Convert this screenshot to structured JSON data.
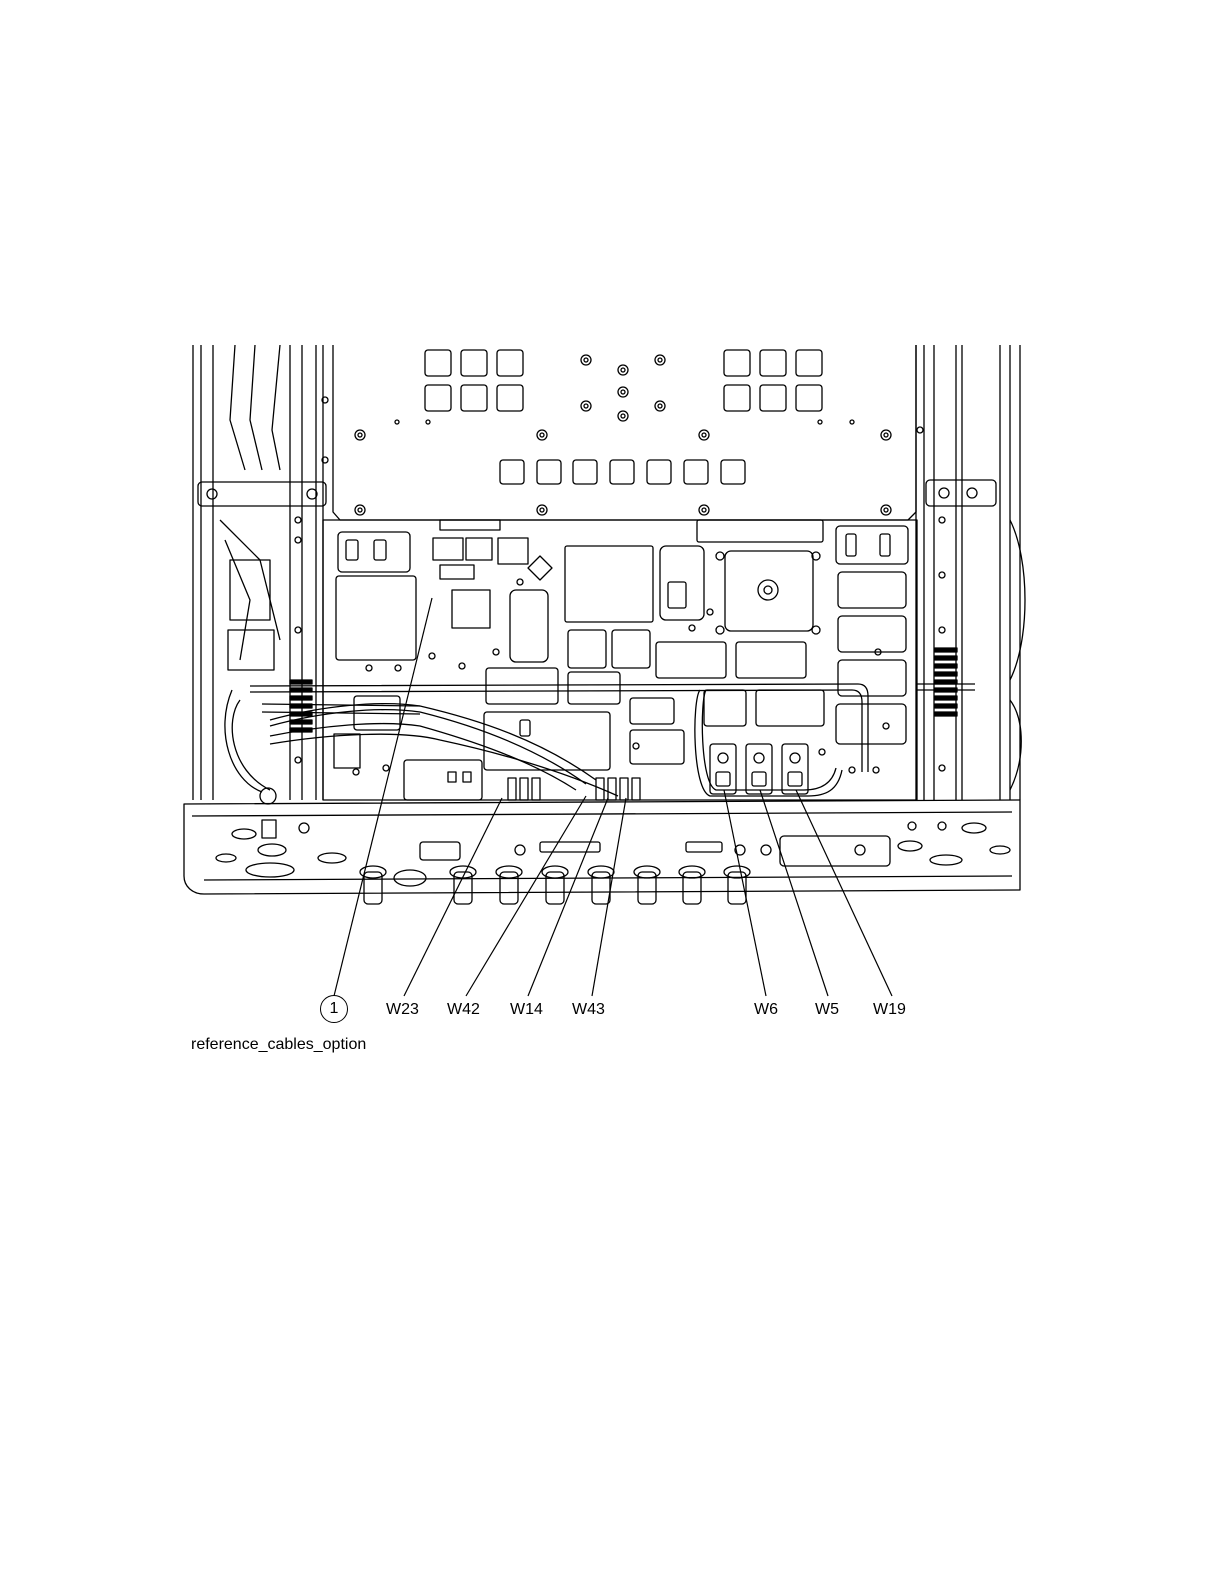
{
  "caption": "reference_cables_option",
  "callouts": {
    "number_1": "1",
    "w23": "W23",
    "w42": "W42",
    "w14": "W14",
    "w43": "W43",
    "w6": "W6",
    "w5": "W5",
    "w19": "W19"
  },
  "colors": {
    "line": "#000000",
    "background": "#ffffff"
  }
}
